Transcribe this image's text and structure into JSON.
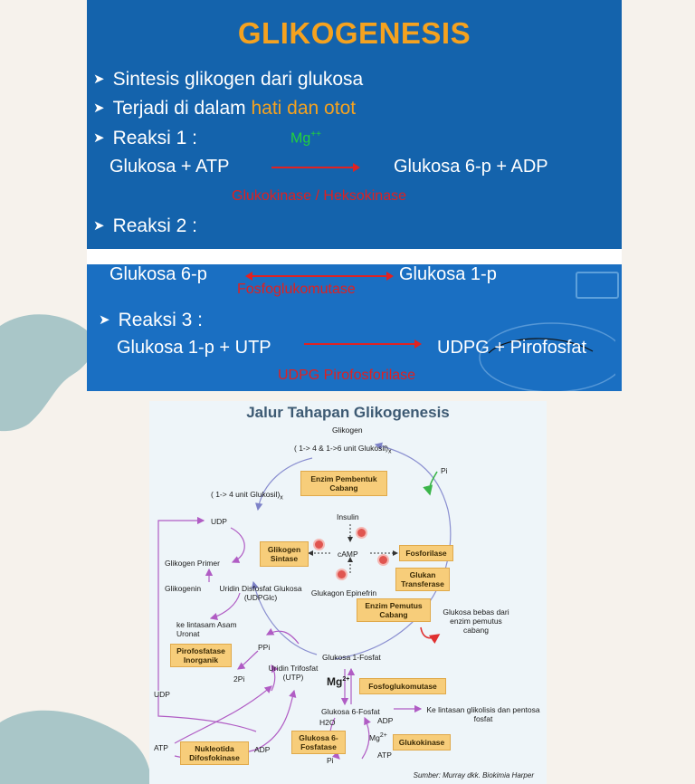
{
  "slide": {
    "title": "GLIKOGENESIS",
    "bullet1": "Sintesis glikogen dari glukosa",
    "bullet2_prefix": "Terjadi di dalam ",
    "bullet2_highlight": "hati dan otot",
    "reaksi1": "Reaksi 1 :",
    "mg_base": "Mg",
    "mg_charge": "++",
    "r1_left": "Glukosa + ATP",
    "r1_right": "Glukosa 6-p + ADP",
    "r1_enzyme": "Glukokinase / Heksokinase",
    "reaksi2": "Reaksi 2 :",
    "r2_left": "Glukosa 6-p",
    "r2_right": "Glukosa 1-p",
    "r2_enzyme": "Fosfoglukomutase",
    "reaksi3": "Reaksi 3 :",
    "r3_left": "Glukosa 1-p + UTP",
    "r3_right": "UDPG + Pirofosfat",
    "r3_enzyme": "UDPG Pirofosforilase"
  },
  "diagram": {
    "title": "Jalur Tahapan Glikogenesis",
    "glikogen": "Glikogen",
    "unit_16": "( 1-> 4 & 1->6 unit Glukosil)",
    "unit_16_sub": "x",
    "pi_top": "Pi",
    "enzim_pembentuk": "Enzim Pembentuk Cabang",
    "unit_14": "( 1-> 4 unit Glukosil)",
    "unit_14_sub": "x",
    "udp_top": "UDP",
    "insulin": "Insulin",
    "glikogen_primer": "Glikogen Primer",
    "glikogen_sintase": "Glikogen Sintase",
    "camp": "cAMP",
    "fosforilase": "Fosforilase",
    "glukan_transferase": "Glukan Transferase",
    "glikogenin": "Glikogenin",
    "udpglc": "Uridin Disfosfat Glukosa (UDPGlc)",
    "glukagon": "Glukagon Epinefrin",
    "enzim_pemutus": "Enzim Pemutus Cabang",
    "glukosa_bebas": "Glukosa bebas dari enzim pemutus cabang",
    "asam_uronat": "ke lintasam Asam Uronat",
    "pirofosfatase": "Pirofosfatase Inorganik",
    "ppi": "PPi",
    "glukosa_1f": "Glukosa 1-Fosfat",
    "pi2": "2Pi",
    "utp": "Uridin Trifosfat (UTP)",
    "mg": "Mg",
    "mg_charge": "2+",
    "fosfoglukomutase": "Fosfoglukomutase",
    "udp_left": "UDP",
    "glukosa_6f": "Glukosa 6-Fosfat",
    "ke_lintasan": "Ke lintasan glikolisis dan pentosa fosfat",
    "h2o": "H2O",
    "adp_r": "ADP",
    "mg2": "Mg",
    "mg2_charge": "2+",
    "glukosa_6fosfatase": "Glukosa 6-Fosfatase",
    "glukokinase": "Glukokinase",
    "atp_left": "ATP",
    "nukleotida": "Nukleotida Difosfokinase",
    "adp_left": "ADP",
    "pi_bottom": "Pi",
    "atp_r": "ATP",
    "source": "Sumber:  Murray dkk. Biokimia Harper"
  },
  "colors": {
    "slide_blue": "#1463ac",
    "title_orange": "#f5a21f",
    "enzyme_red": "#e02020",
    "mg_green": "#22d33a",
    "box_fill": "#f7cd7a",
    "pathway_purple": "#b05cc4",
    "cycle_line": "#8a8fd0",
    "blob": "#a9c6c8"
  }
}
